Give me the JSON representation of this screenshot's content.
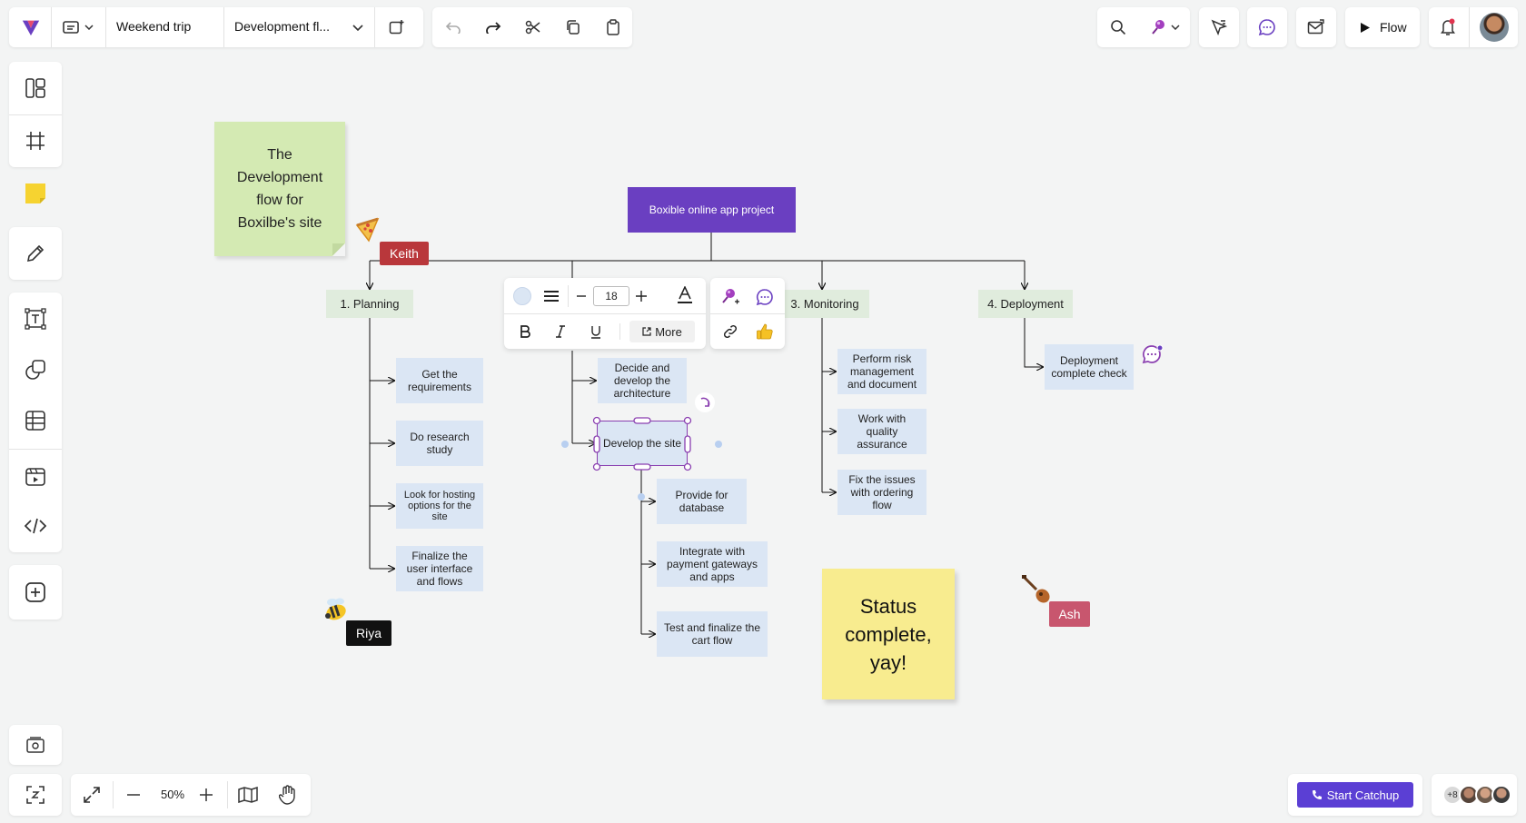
{
  "topbar": {
    "board_name": "Weekend trip",
    "flow_name": "Development fl...",
    "flow_label": "Flow"
  },
  "canvas": {
    "sticky_green": "The Development flow for Boxilbe's site",
    "root": "Boxible online app project",
    "phases": [
      "1. Planning",
      "3. Monitoring",
      "4. Deployment"
    ],
    "planning": [
      "Get the requirements",
      "Do research study",
      "Look for hosting options for the site",
      "Finalize the user interface and flows"
    ],
    "dev": [
      "Decide and develop the architecture",
      "Develop the site"
    ],
    "dev_sub": [
      "Provide for database",
      "Integrate with payment gateways and apps",
      "Test and finalize the cart flow"
    ],
    "monitoring": [
      "Perform risk management and document",
      "Work with quality assurance",
      "Fix the issues with ordering flow"
    ],
    "deployment": [
      "Deployment complete check"
    ],
    "sticky_yellow": "Status complete, yay!",
    "cursors": {
      "keith": "Keith",
      "riya": "Riya",
      "ash": "Ash"
    }
  },
  "format_toolbar": {
    "font_size": "18",
    "more_label": "More"
  },
  "bottombar": {
    "zoom": "50%",
    "catchup_label": "Start Catchup",
    "extra_count": "+8"
  },
  "colors": {
    "brand_purple": "#6a3fc1",
    "node_blue": "#dbe6f4",
    "phase_green": "#e0ecdd",
    "sticky_green": "#d4eab3",
    "sticky_yellow": "#f8ec8f",
    "keith": "#b9373b",
    "ash": "#c8566e",
    "catchup": "#5b3fd4"
  }
}
